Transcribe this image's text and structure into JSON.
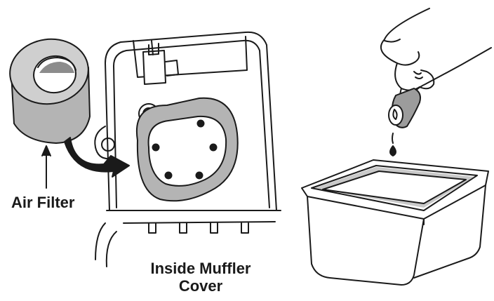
{
  "labels": {
    "air_filter": "Air Filter",
    "muffler_cover_line1": "Inside Muffler",
    "muffler_cover_line2": "Cover"
  },
  "colors": {
    "ink": "#1a1a1a",
    "filter_gray": "#b4b4b4",
    "filter_dark": "#8c8c8c",
    "oil_gray": "#9c9c9c",
    "paper": "#ffffff"
  },
  "icons": [
    "air-filter-ring",
    "curved-arrow",
    "muffler-cover",
    "hand",
    "oil-drop",
    "oil-pan"
  ]
}
